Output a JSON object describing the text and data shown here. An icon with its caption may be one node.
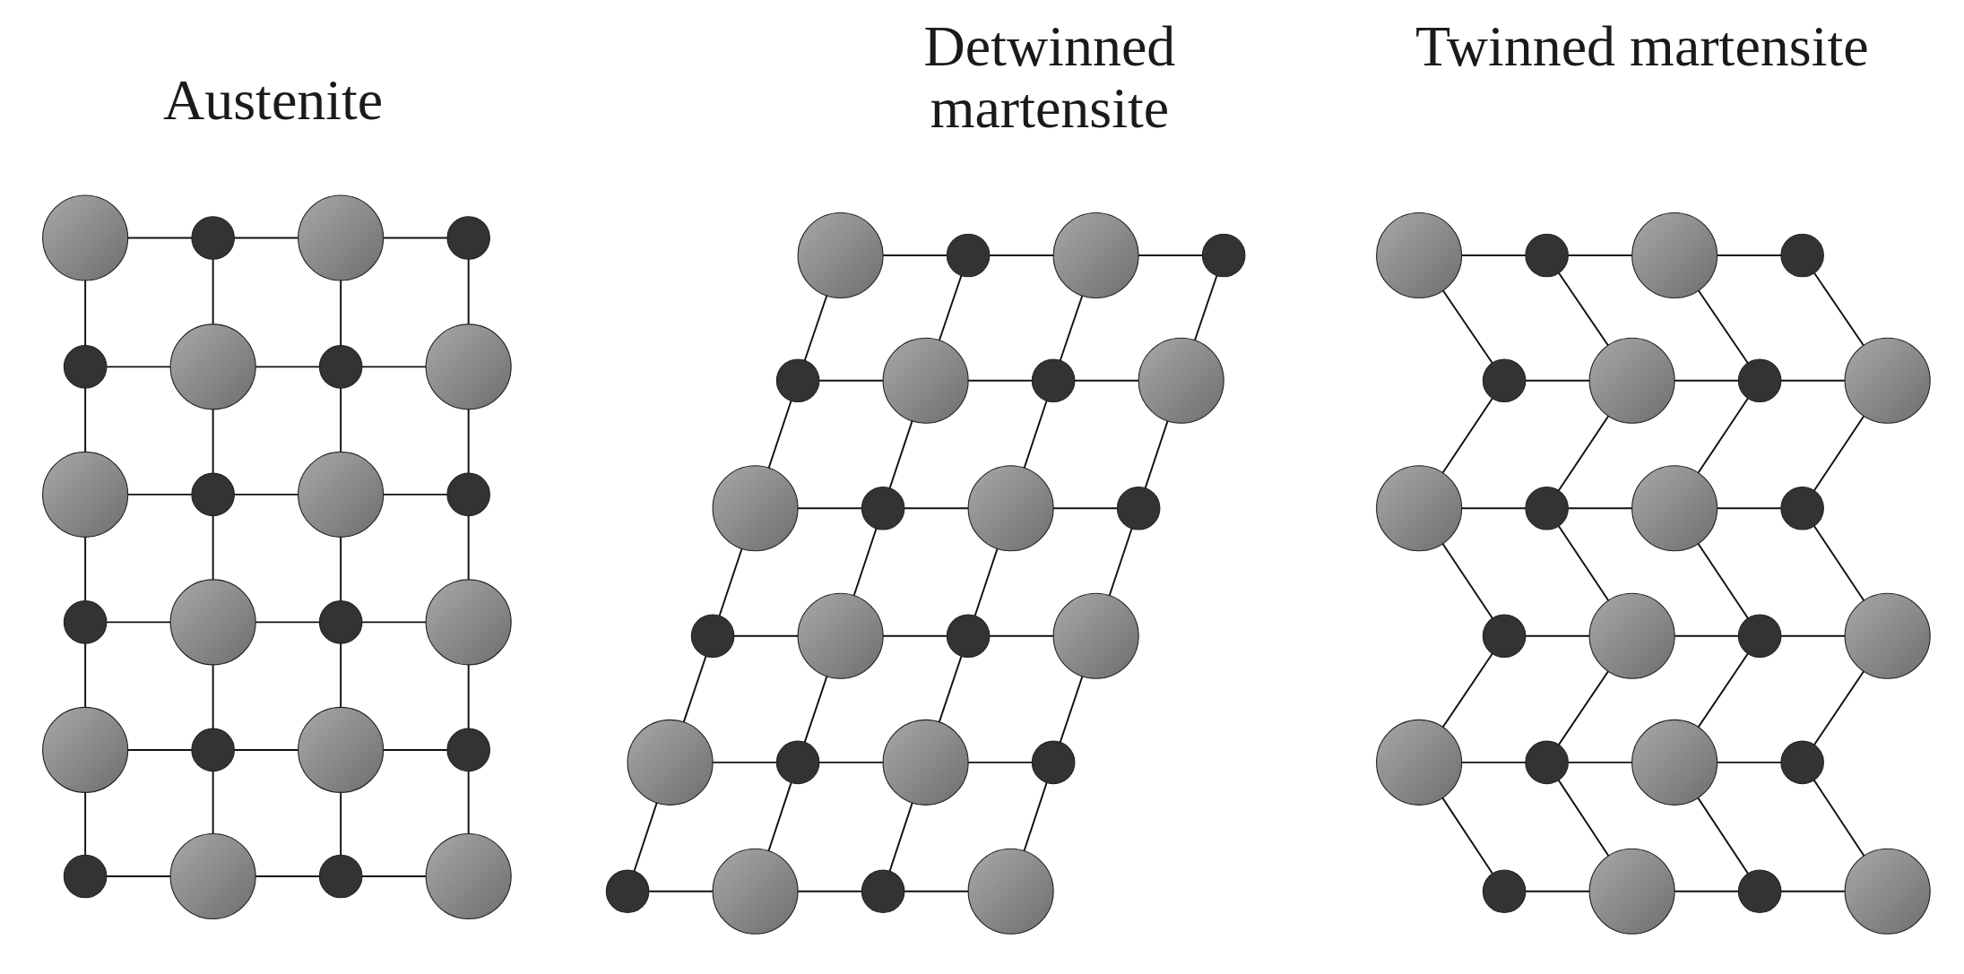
{
  "diagram": {
    "labels": [
      "Austenite",
      "Detwinned martensite",
      "Twinned martensite"
    ]
  }
}
